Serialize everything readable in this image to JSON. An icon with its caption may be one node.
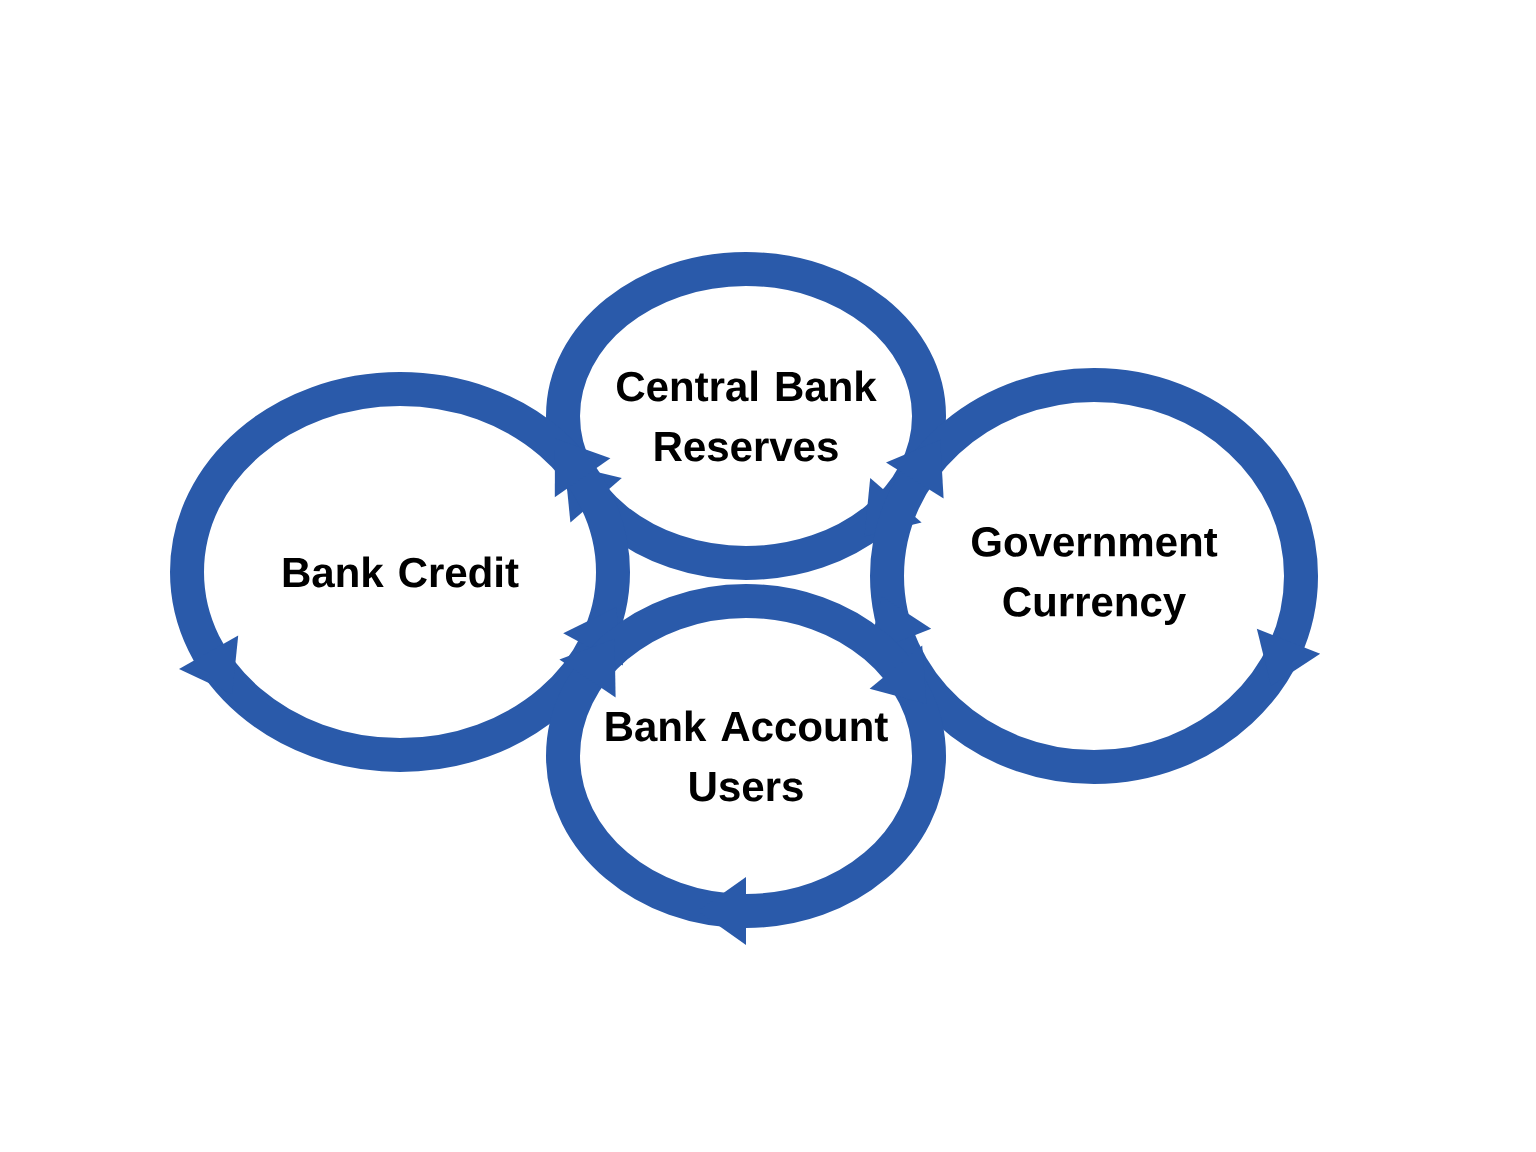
{
  "diagram": {
    "nodes": [
      {
        "text": [
          "Central Bank Reserves"
        ]
      },
      {
        "text": [
          "Bank Credit"
        ]
      },
      {
        "text": [
          "Government Currency"
        ]
      },
      {
        "text": [
          "Bank Account Users"
        ]
      }
    ]
  }
}
